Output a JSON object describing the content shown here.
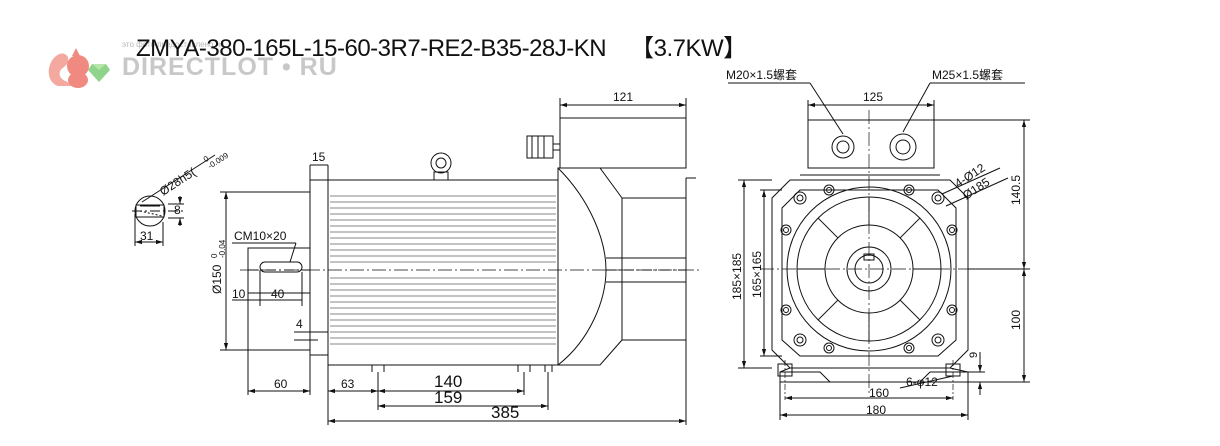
{
  "header": {
    "model": "ZMYA-380-165L-15-60-3R7-RE2-B35-28J-KN",
    "rating": "【3.7KW】"
  },
  "watermark": {
    "caption": "это фото предоставлено на",
    "brand": "DIRECTLOT • RU"
  },
  "side_view": {
    "shaft_dia": "Ø28h5(",
    "shaft_tol_upper": "0",
    "shaft_tol_lower": "-0.009",
    "key_height": "8",
    "shaft_keyway_len": "31",
    "flange_thickness": "15",
    "thread": "CM10×20",
    "spigot_dia": "Ø150",
    "spigot_tol_upper": "0",
    "spigot_tol_lower": "-0.04",
    "key_offset": "10",
    "key_length": "40",
    "spigot_depth": "4",
    "shaft_length": "60",
    "dim_63": "63",
    "dim_140": "140",
    "dim_159": "159",
    "dim_385": "385",
    "terminal_box_width": "121"
  },
  "front_view": {
    "gland_left": "M20×1.5螺套",
    "gland_right": "M25×1.5螺套",
    "gland_spacing": "125",
    "mount_holes": "4-Ø12",
    "pcd": "Ø185",
    "height_top": "140.5",
    "outer_square": "185×185",
    "inner_square": "165×165",
    "shaft_height": "100",
    "foot_thickness": "9",
    "foot_holes": "6-φ12",
    "foot_hole_spacing": "160",
    "foot_width": "180"
  }
}
